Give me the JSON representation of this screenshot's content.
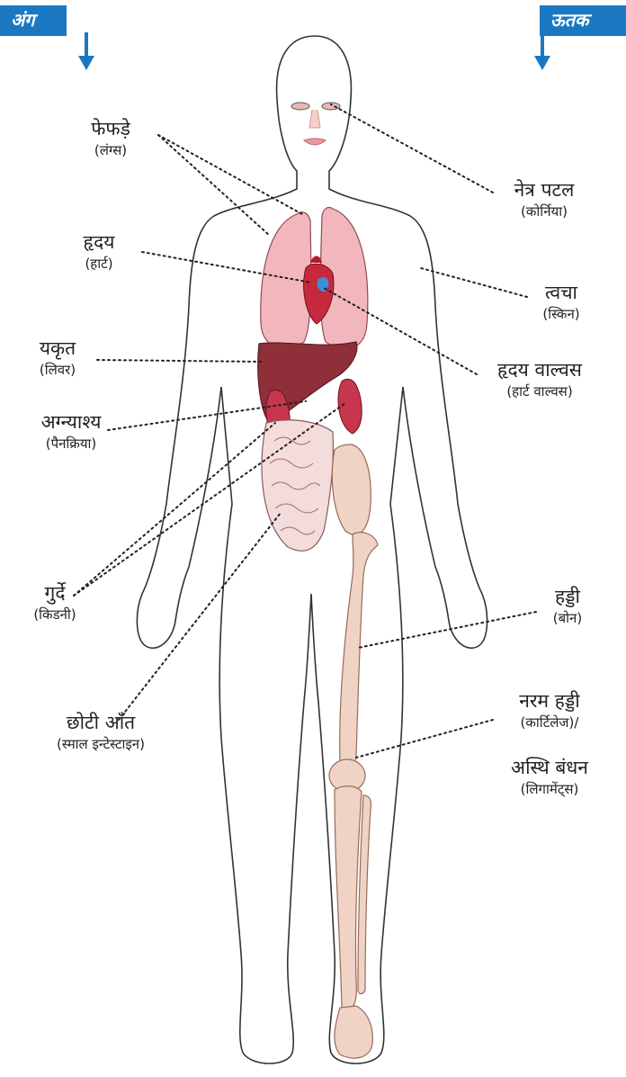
{
  "header": {
    "left_tag": "अंग",
    "right_tag": "ऊतक"
  },
  "labels": {
    "lungs": {
      "hindi": "फेफड़े",
      "english": "(लंग्स)"
    },
    "heart": {
      "hindi": "हृदय",
      "english": "(हार्ट)"
    },
    "liver": {
      "hindi": "यकृत",
      "english": "(लिवर)"
    },
    "pancreas": {
      "hindi": "अग्न्याश्य",
      "english": "(पैनक्रिया)"
    },
    "kidneys": {
      "hindi": "गुर्दे",
      "english": "(किडनी)"
    },
    "small_intestine": {
      "hindi": "छोटी आँत",
      "english": "(स्माल इन्टेस्टाइन)"
    },
    "cornea": {
      "hindi": "नेत्र पटल",
      "english": "(कोर्निया)"
    },
    "skin": {
      "hindi": "त्वचा",
      "english": "(स्किन)"
    },
    "heart_valves": {
      "hindi": "हृदय वाल्वस",
      "english": "(हार्ट वाल्वस)"
    },
    "bone": {
      "hindi": "हड्डी",
      "english": "(बोन)"
    },
    "cartilage": {
      "hindi": "नरम हड्डी",
      "english": "(कार्टिलेज)/"
    },
    "ligaments": {
      "hindi": "अस्थि बंधन",
      "english": "(लिगामेंट्स)"
    }
  },
  "colors": {
    "tag_blue": "#1a78c2",
    "lungs": "#f2b7bd",
    "heart": "#c8283c",
    "liver": "#8e2f3a",
    "kidney": "#c7364d",
    "intestine": "#f4dcdc",
    "bone": "#efd3c5"
  }
}
